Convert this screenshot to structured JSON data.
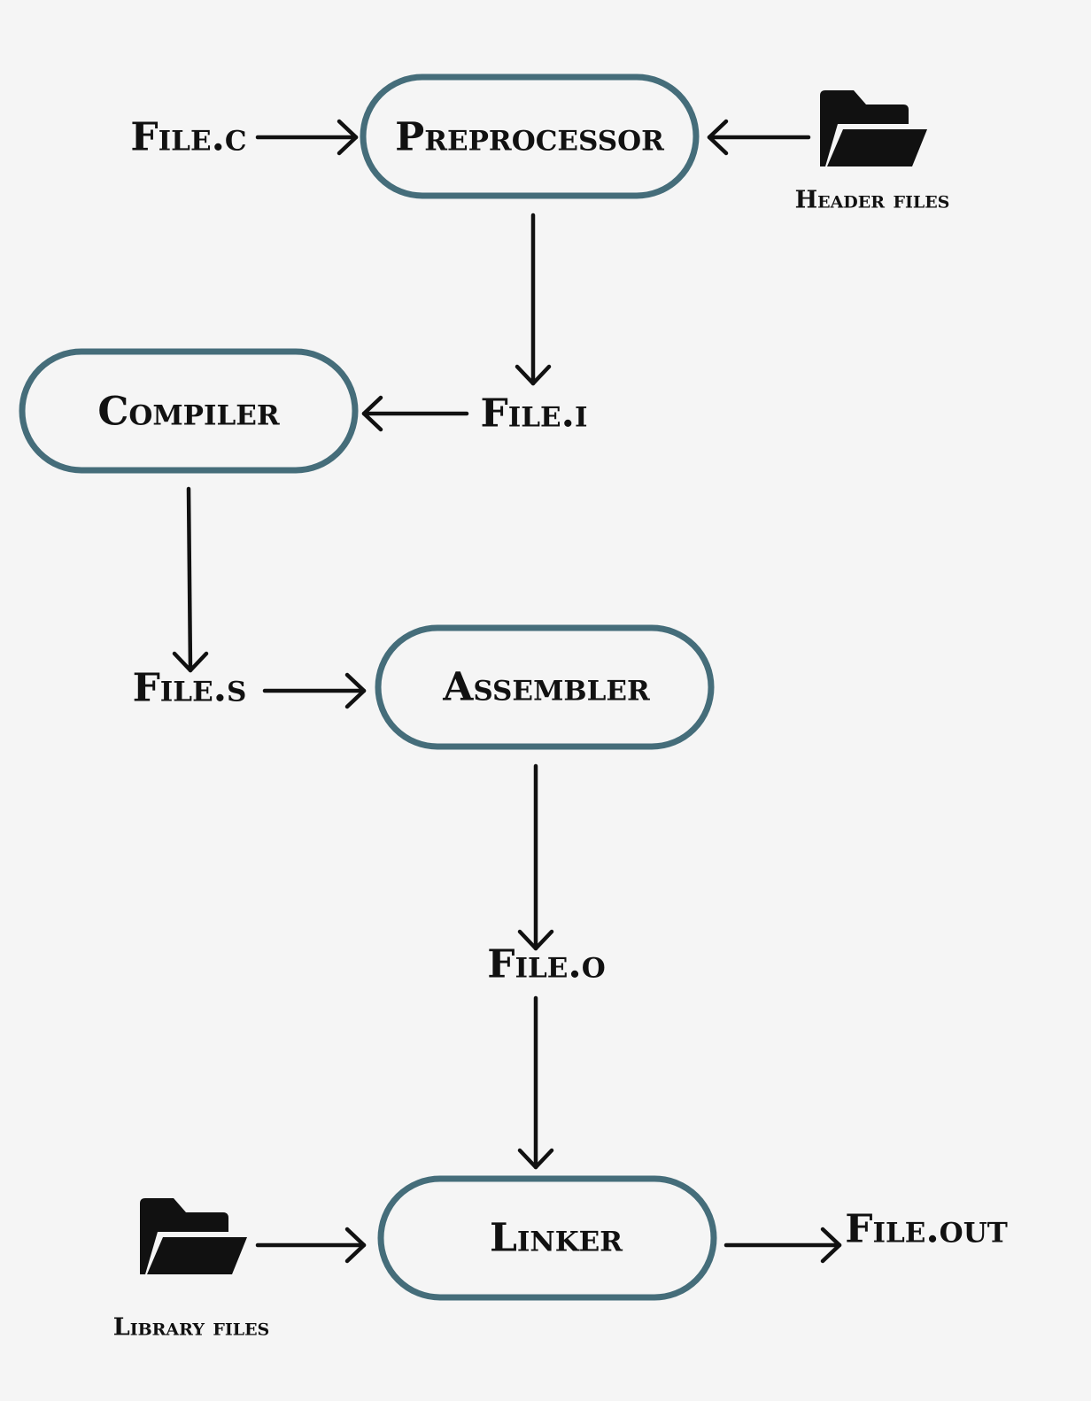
{
  "nodes": {
    "preprocessor": "Preprocessor",
    "compiler": "Compiler",
    "assembler": "Assembler",
    "linker": "Linker"
  },
  "files": {
    "c": "File.c",
    "i": "File.i",
    "s": "File.s",
    "o": "File.o",
    "out": "File.out"
  },
  "folders": {
    "header": "Header files",
    "library": "Library files"
  },
  "icons": {
    "header_folder": "folder-open-icon",
    "library_folder": "folder-open-icon"
  },
  "colors": {
    "node_border": "#456d7a",
    "background": "#f5f5f5",
    "ink": "#111111"
  }
}
